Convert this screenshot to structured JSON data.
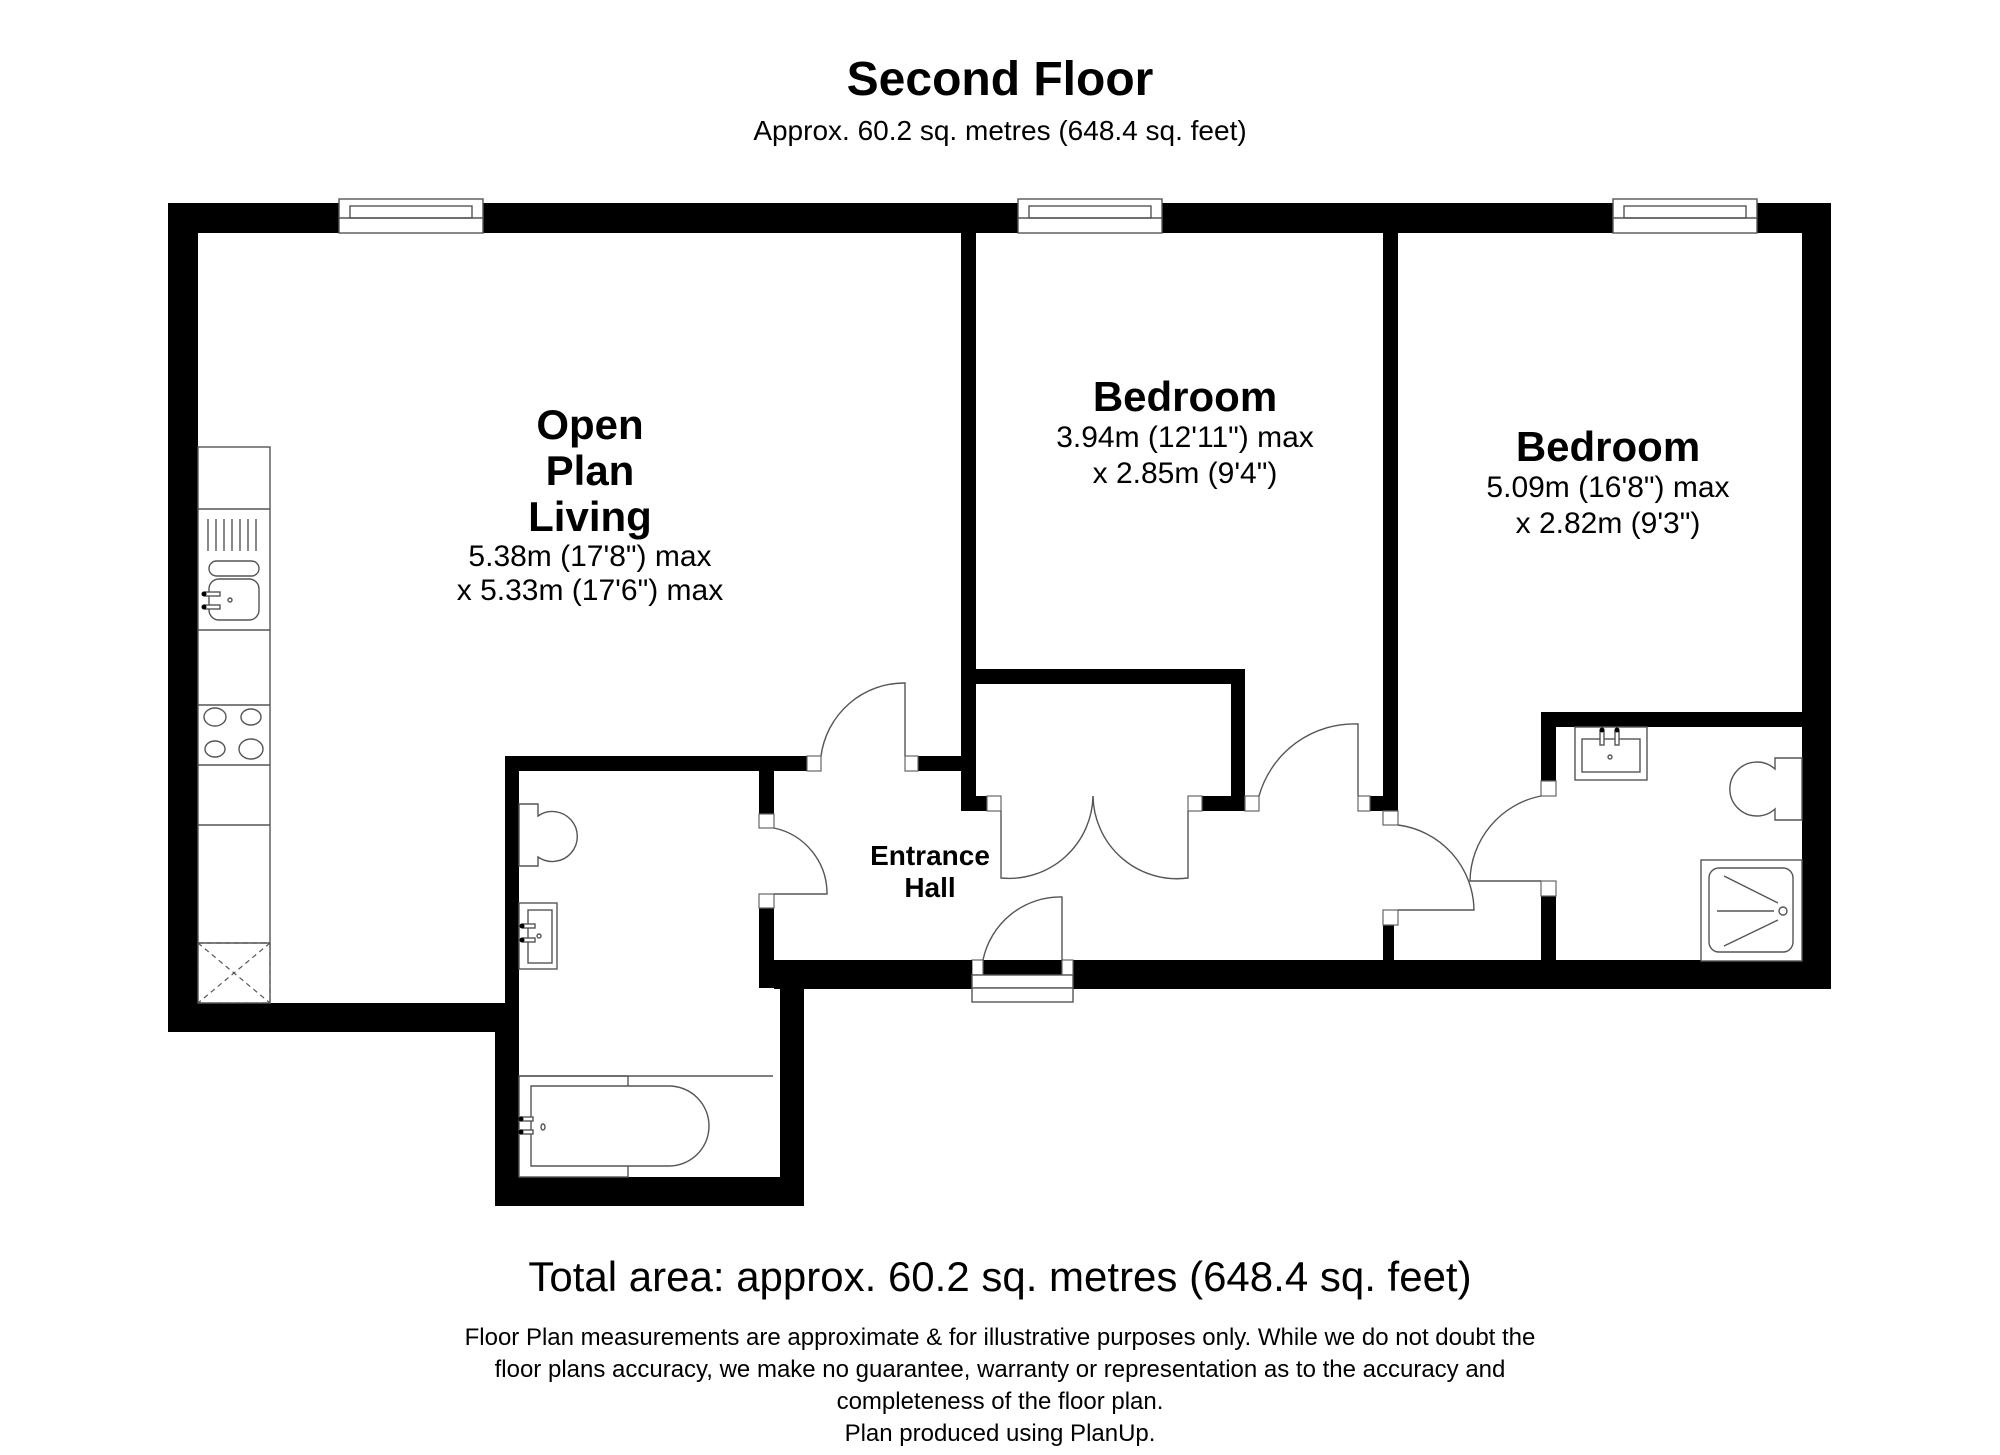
{
  "header": {
    "title": "Second Floor",
    "subtitle": "Approx. 60.2 sq. metres (648.4 sq. feet)"
  },
  "rooms": [
    {
      "id": "open-plan-living",
      "name_lines": [
        "Open",
        "Plan",
        "Living"
      ],
      "dims": [
        "5.38m (17'8\") max",
        "x 5.33m (17'6\") max"
      ]
    },
    {
      "id": "bedroom-1",
      "name_lines": [
        "Bedroom"
      ],
      "dims": [
        "3.94m (12'11\") max",
        "x 2.85m (9'4\")"
      ]
    },
    {
      "id": "bedroom-2",
      "name_lines": [
        "Bedroom"
      ],
      "dims": [
        "5.09m (16'8\") max",
        "x 2.82m (9'3\")"
      ]
    },
    {
      "id": "entrance-hall",
      "name_lines": [
        "Entrance",
        "Hall"
      ],
      "dims": []
    }
  ],
  "fixtures": [
    "window",
    "window",
    "window",
    "kitchen-sink",
    "hob",
    "cooker-hood-space",
    "toilet",
    "basin",
    "bath",
    "shower-tray",
    "door",
    "double-door"
  ],
  "footer": {
    "total": "Total area: approx. 60.2 sq. metres (648.4 sq. feet)",
    "disclaimer": [
      "Floor Plan measurements are approximate & for illustrative purposes only. While we do not doubt the",
      "floor plans accuracy, we make no guarantee, warranty or representation as to the accuracy and",
      "completeness of the floor plan.",
      "Plan produced using PlanUp."
    ]
  },
  "colors": {
    "wall": "#000000",
    "fixture_line": "#555555",
    "background": "#ffffff"
  }
}
